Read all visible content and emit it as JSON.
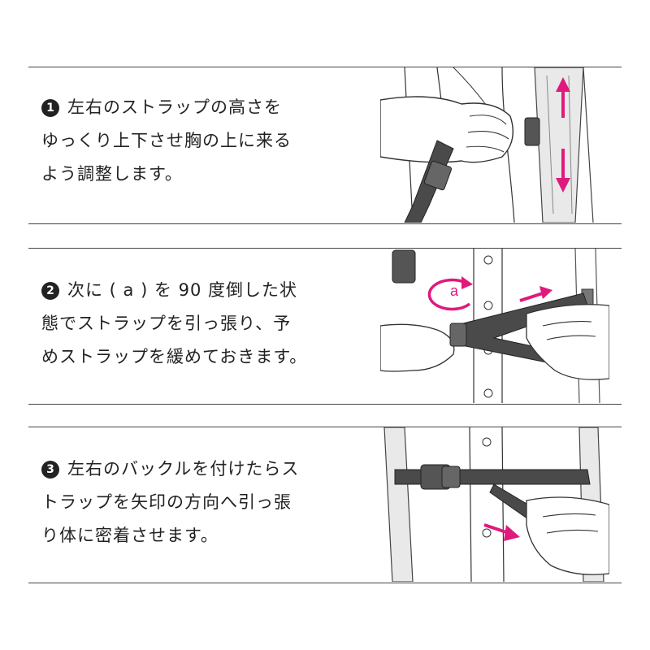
{
  "steps": [
    {
      "number": "1",
      "lines": [
        "左右のストラップの高さを",
        "ゆっくり上下させ胸の上に来る",
        "よう調整します。"
      ]
    },
    {
      "number": "2",
      "lines": [
        "次に ( a ) を 90 度倒した状",
        "態でストラップを引っ張り、予",
        "めストラップを緩めておきます。"
      ],
      "illustration_label": "a"
    },
    {
      "number": "3",
      "lines": [
        "左右のバックルを付けたらス",
        "トラップを矢印の方向へ引っ張",
        "り体に密着させます。"
      ]
    }
  ],
  "colors": {
    "accent_arrow": "#e0197d",
    "strap": "#4a4a4a",
    "rule": "#444444"
  }
}
